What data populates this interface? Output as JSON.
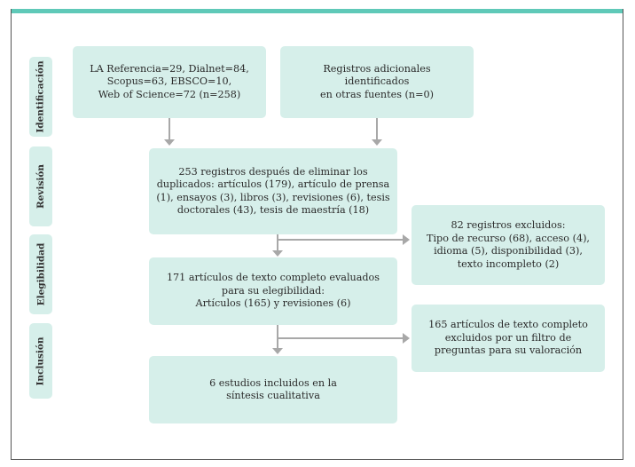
{
  "stages": {
    "identification": "Identificación",
    "review": "Revisión",
    "eligibility": "Elegibilidad",
    "inclusion": "Inclusión"
  },
  "boxes": {
    "databases": "LA Referencia=29, Dialnet=84,\nScopus=63, EBSCO=10,\nWeb of Science=72 (n=258)",
    "additional": "Registros adicionales\nidentificados\nen otras fuentes (n=0)",
    "after_duplicates": "253 registros después de eliminar los\nduplicados: artículos (179), artículo de prensa\n(1), ensayos (3), libros (3), revisiones (6),  tesis\ndoctorales (43), tesis de maestría (18)",
    "excluded": "82 registros excluidos:\nTipo de recurso (68), acceso (4),\nidioma (5), disponibilidad (3),\ntexto incompleto (2)",
    "full_text": "171 artículos de texto completo evaluados\npara su elegibilidad:\nArtículos (165) y revisiones (6)",
    "full_text_excluded": "165 artículos de texto completo\nexcluidos por un filtro de\npreguntas para su valoración",
    "included": "6 estudios incluidos en la\nsíntesis cualitativa"
  },
  "colors": {
    "accent_bar": "#5fc9b8",
    "box_fill": "#d6efea",
    "arrow": "#a8a8a8"
  }
}
